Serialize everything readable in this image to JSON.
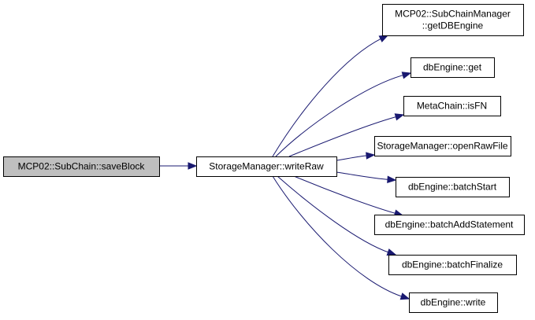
{
  "graph": {
    "nodes": [
      {
        "id": "saveBlock",
        "lines": [
          "MCP02::SubChain::saveBlock"
        ],
        "root": true
      },
      {
        "id": "writeRaw",
        "lines": [
          "StorageManager::writeRaw"
        ]
      },
      {
        "id": "getDBEngine",
        "lines": [
          "MCP02::SubChainManager",
          "::getDBEngine"
        ]
      },
      {
        "id": "get",
        "lines": [
          "dbEngine::get"
        ]
      },
      {
        "id": "isFN",
        "lines": [
          "MetaChain::isFN"
        ]
      },
      {
        "id": "openRawFile",
        "lines": [
          "StorageManager::openRawFile"
        ]
      },
      {
        "id": "batchStart",
        "lines": [
          "dbEngine::batchStart"
        ]
      },
      {
        "id": "batchAddStatement",
        "lines": [
          "dbEngine::batchAddStatement"
        ]
      },
      {
        "id": "batchFinalize",
        "lines": [
          "dbEngine::batchFinalize"
        ]
      },
      {
        "id": "write",
        "lines": [
          "dbEngine::write"
        ]
      }
    ],
    "edges": [
      {
        "from": "saveBlock",
        "to": "writeRaw"
      },
      {
        "from": "writeRaw",
        "to": "getDBEngine"
      },
      {
        "from": "writeRaw",
        "to": "get"
      },
      {
        "from": "writeRaw",
        "to": "isFN"
      },
      {
        "from": "writeRaw",
        "to": "openRawFile"
      },
      {
        "from": "writeRaw",
        "to": "batchStart"
      },
      {
        "from": "writeRaw",
        "to": "batchAddStatement"
      },
      {
        "from": "writeRaw",
        "to": "batchFinalize"
      },
      {
        "from": "writeRaw",
        "to": "write"
      }
    ]
  },
  "colors": {
    "edge": "#191970",
    "root_fill": "#bfbfbf",
    "node_fill": "#ffffff",
    "node_border": "#000000"
  }
}
